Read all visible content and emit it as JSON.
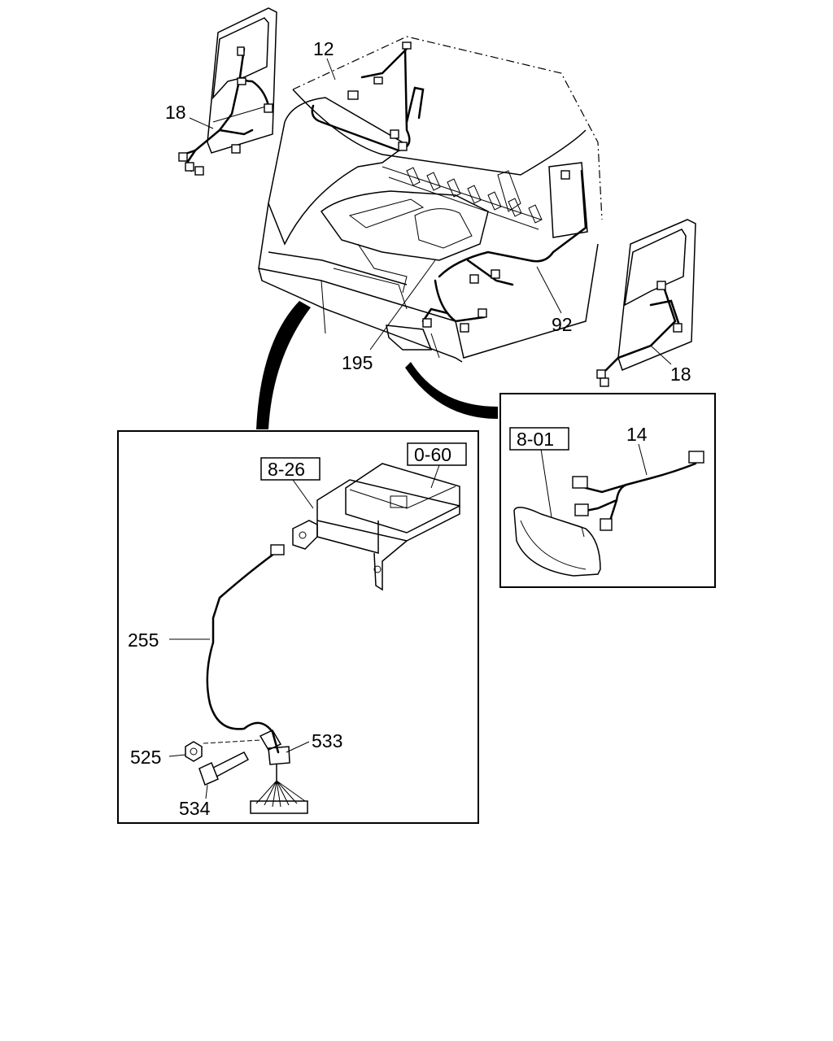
{
  "diagram": {
    "callouts": {
      "c12": "12",
      "c18_left": "18",
      "c18_right": "18",
      "c92": "92",
      "c195": "195",
      "c14": "14",
      "c255": "255",
      "c525": "525",
      "c533": "533",
      "c534": "534"
    },
    "refs": {
      "r826": "8-26",
      "r060": "0-60",
      "r801": "8-01"
    }
  }
}
